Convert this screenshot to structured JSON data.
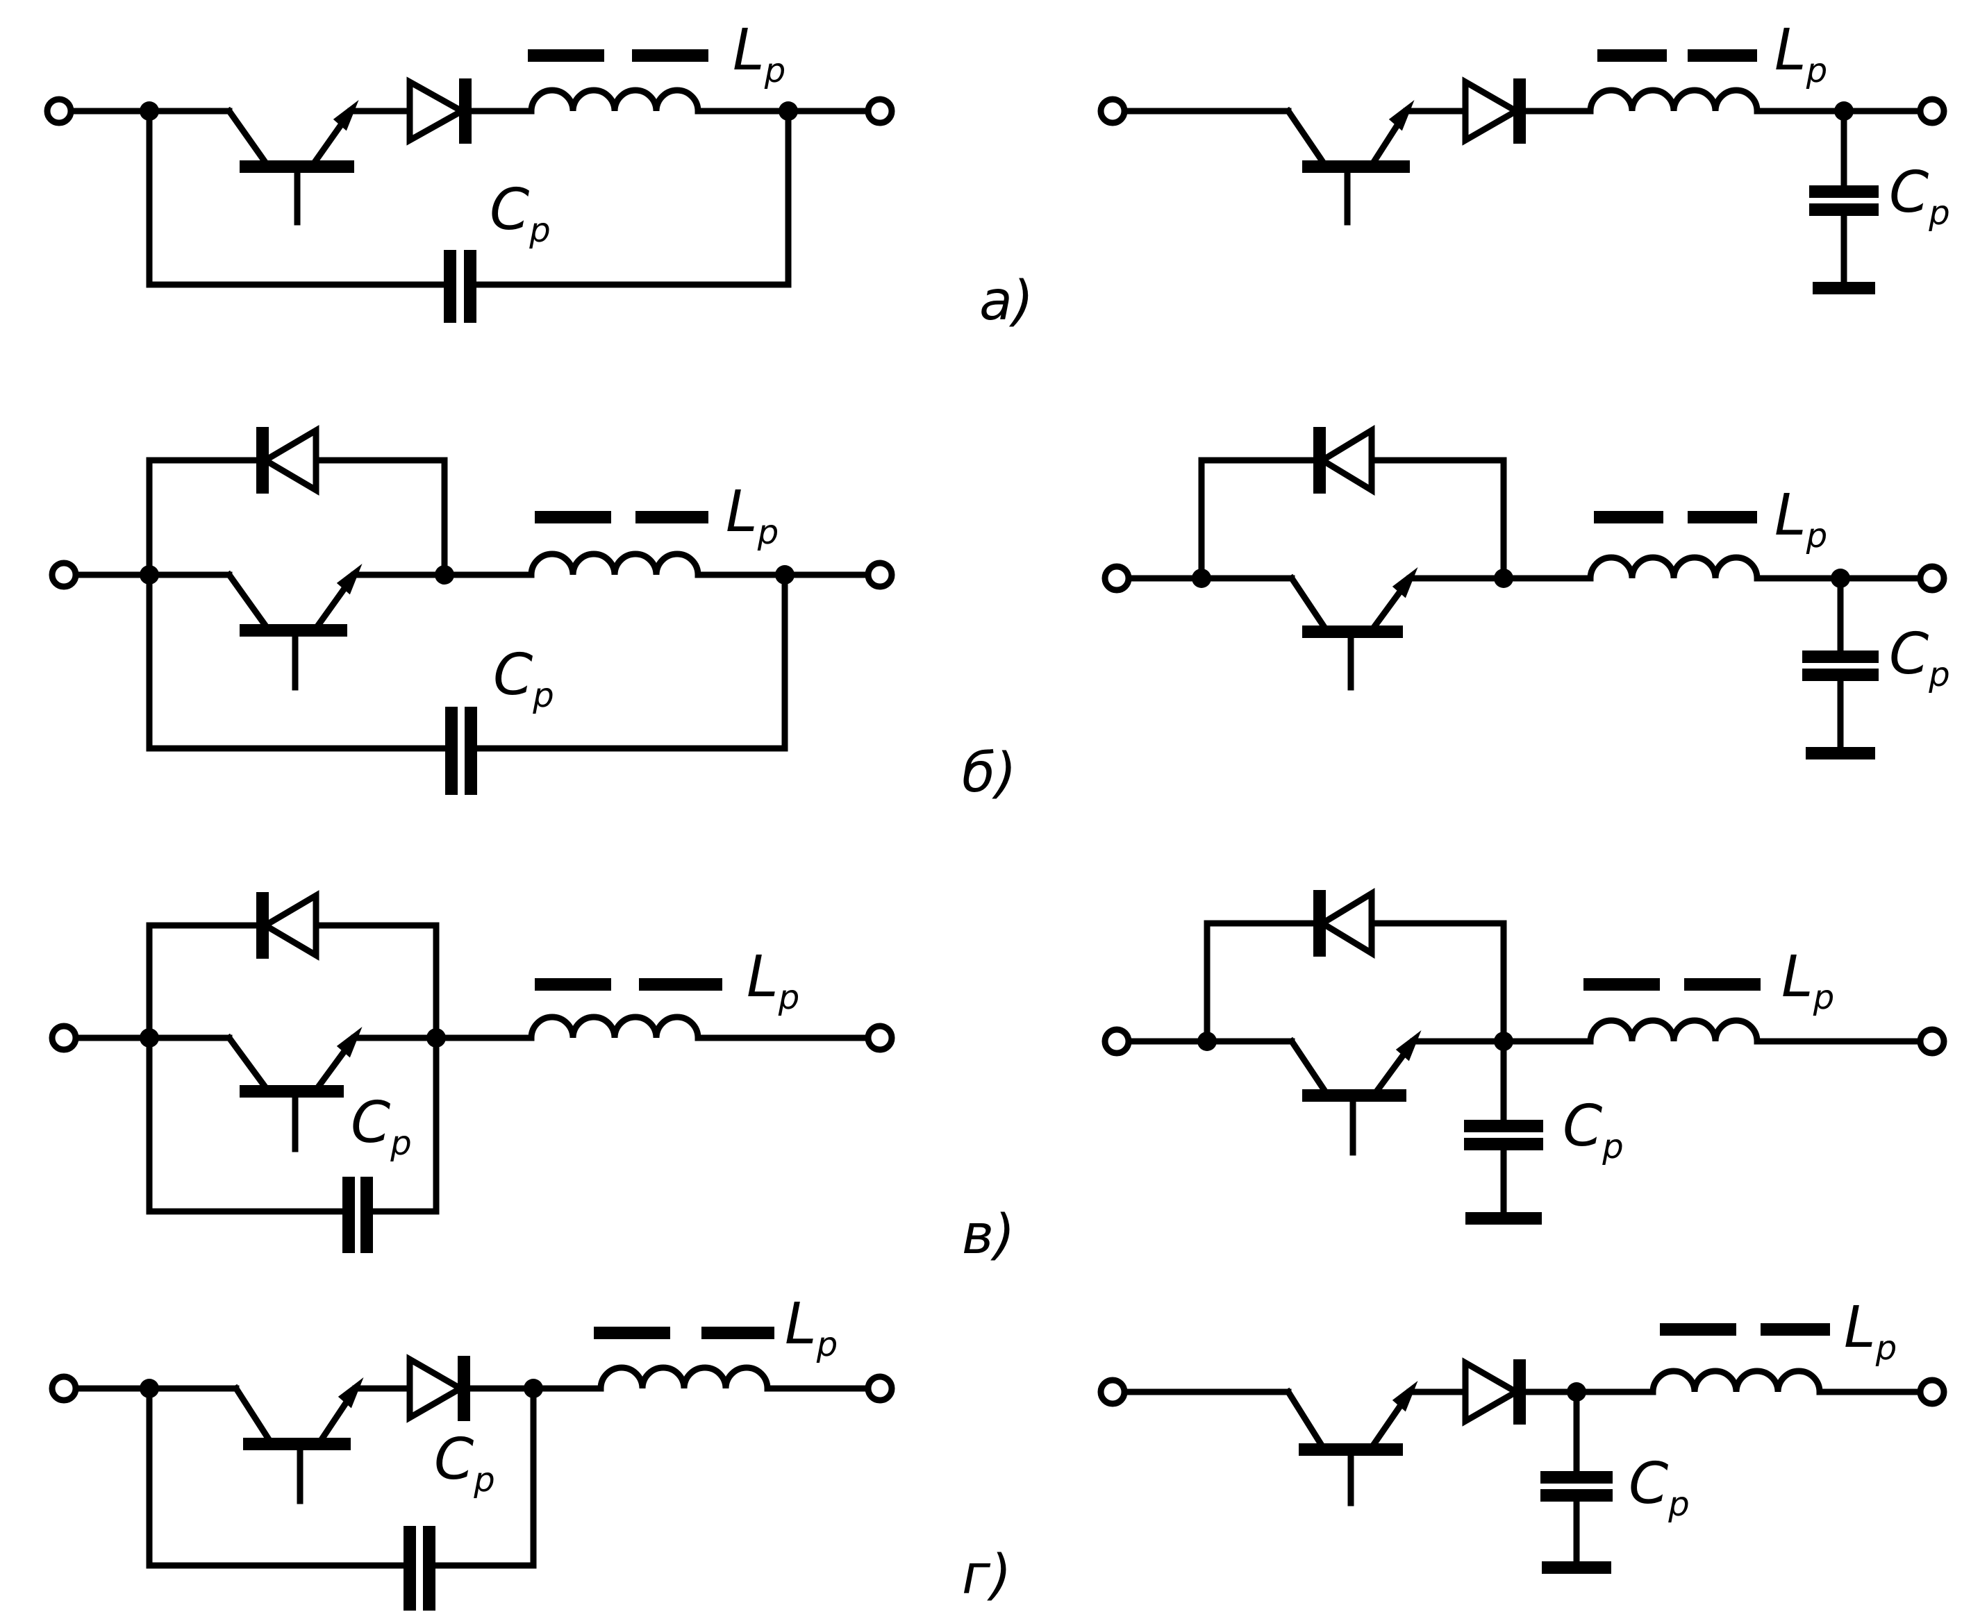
{
  "labels": {
    "inductor_main": "L",
    "inductor_sub": "p",
    "capacitor_main": "C",
    "capacitor_sub": "p"
  },
  "captions": [
    "а)",
    "б)",
    "в)",
    "г)"
  ]
}
